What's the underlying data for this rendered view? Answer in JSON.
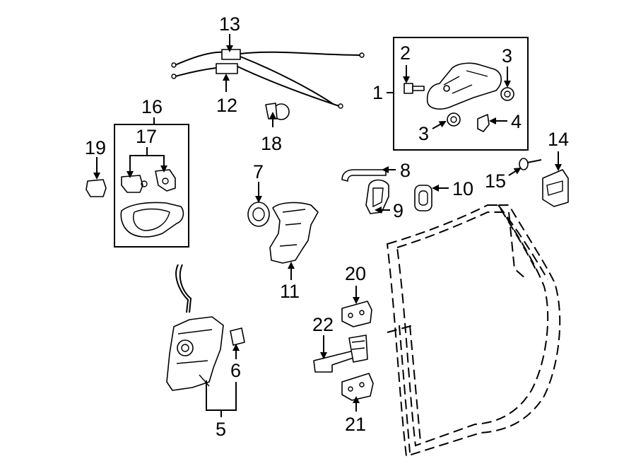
{
  "callouts": {
    "c1": "1",
    "c2": "2",
    "c3a": "3",
    "c3b": "3",
    "c4": "4",
    "c5": "5",
    "c6": "6",
    "c7": "7",
    "c8": "8",
    "c9": "9",
    "c10": "10",
    "c11": "11",
    "c12": "12",
    "c13": "13",
    "c14": "14",
    "c15": "15",
    "c16": "16",
    "c17": "17",
    "c18": "18",
    "c19": "19",
    "c20": "20",
    "c21": "21",
    "c22": "22"
  }
}
